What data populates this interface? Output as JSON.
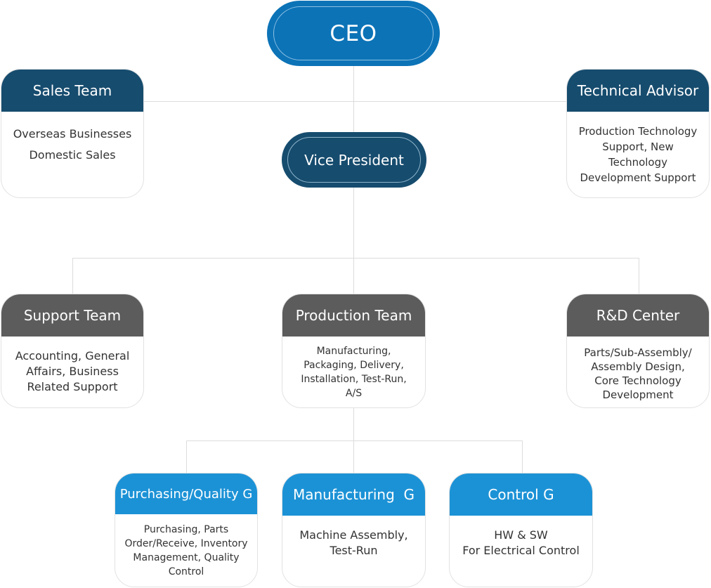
{
  "colors": {
    "ceo": "#0c73b7",
    "navy": "#164c6e",
    "gray": "#5c5c5c",
    "blue": "#1c92d6",
    "connector": "#dcdcdc"
  },
  "ceo": {
    "label": "CEO"
  },
  "vice_president": {
    "label": "Vice President"
  },
  "sales_team": {
    "title": "Sales Team",
    "body": "Overseas Businesses\nDomestic Sales"
  },
  "technical_advisor": {
    "title": "Technical Advisor",
    "body": "Production Technology\nSupport, New Technology\nDevelopment Support"
  },
  "support_team": {
    "title": "Support Team",
    "body": "Accounting, General\nAffairs, Business\nRelated Support"
  },
  "production_team": {
    "title": "Production Team",
    "body": "Manufacturing,\nPackaging, Delivery,\nInstallation, Test-Run,\nA/S"
  },
  "rd_center": {
    "title": "R&D Center",
    "body": "Parts/Sub-Assembly/\nAssembly Design,\nCore Technology\nDevelopment"
  },
  "purchasing_quality": {
    "title": "Purchasing/Quality G",
    "body": "Purchasing, Parts\nOrder/Receive, Inventory\nManagement, Quality\nControl"
  },
  "manufacturing_g": {
    "title": "Manufacturing  G",
    "body": "Machine Assembly,\nTest-Run"
  },
  "control_g": {
    "title": "Control G",
    "body": "HW & SW\nFor Electrical Control"
  }
}
